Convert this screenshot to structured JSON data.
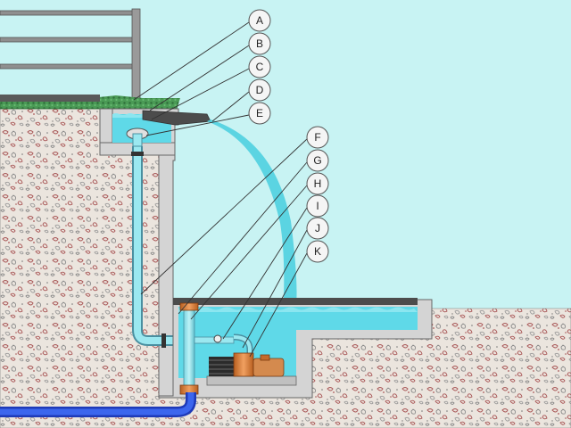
{
  "colors": {
    "sky": "#c8f3f3",
    "soil": "#e9e3dc",
    "soil_speckle": "#b06060",
    "concrete": "#d4d4d4",
    "concrete_edge": "#666666",
    "water": "#55d7e6",
    "water_jet": "#44ccdd",
    "pipe_blue": "#2a4fd8",
    "pump_orange": "#d47a35",
    "hedge": "#3f8a4a",
    "coping": "#4c4c4c",
    "railing": "#888888"
  },
  "callouts": [
    {
      "id": "A",
      "label": "A"
    },
    {
      "id": "B",
      "label": "B"
    },
    {
      "id": "C",
      "label": "C"
    },
    {
      "id": "D",
      "label": "D"
    },
    {
      "id": "E",
      "label": "E"
    },
    {
      "id": "F",
      "label": "F"
    },
    {
      "id": "G",
      "label": "G"
    },
    {
      "id": "H",
      "label": "H"
    },
    {
      "id": "I",
      "label": "I"
    },
    {
      "id": "J",
      "label": "J"
    },
    {
      "id": "K",
      "label": "K"
    }
  ]
}
